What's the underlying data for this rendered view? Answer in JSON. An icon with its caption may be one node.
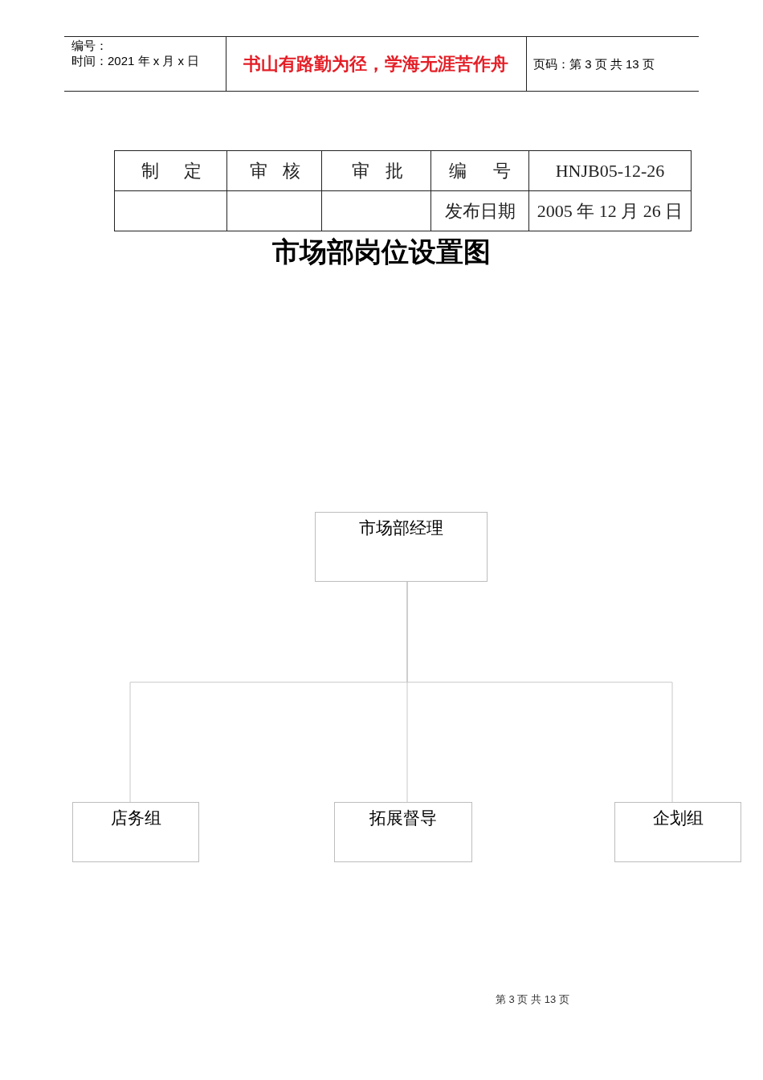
{
  "diagram": {
    "title": "市场部岗位设置图",
    "nodes": [
      {
        "text": [
          "市场部经理"
        ]
      },
      {
        "text": [
          "店务组"
        ]
      },
      {
        "text": [
          "拓展督导"
        ]
      },
      {
        "text": [
          "企划组"
        ]
      }
    ],
    "edges": [
      {
        "from": 0,
        "to": 1,
        "arrow": "none"
      },
      {
        "from": 0,
        "to": 2,
        "arrow": "none"
      },
      {
        "from": 0,
        "to": 3,
        "arrow": "none"
      }
    ],
    "labels": [
      "编号：",
      "时间：2021 年 x 月 x 日",
      "书山有路勤为径，学海无涯苦作舟",
      "页码：第 3 页 共 13 页",
      "制 定",
      "审 核",
      "审 批",
      "编 号",
      "HNJB05-12-26",
      "发布日期",
      "2005 年 12 月 26 日",
      "第 3 页 共 13 页"
    ]
  }
}
